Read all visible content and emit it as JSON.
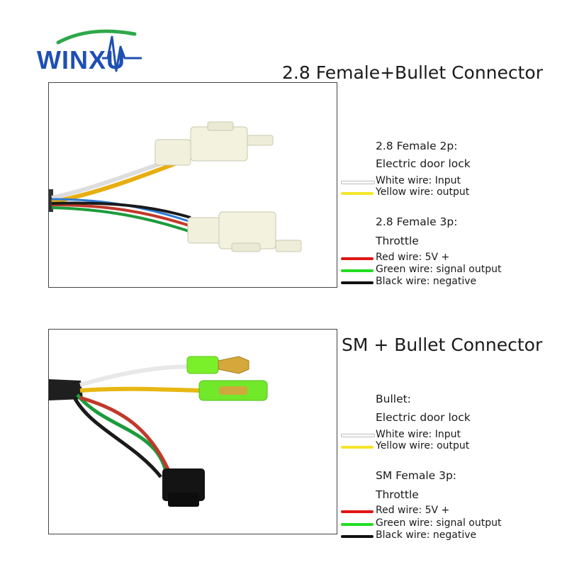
{
  "brand": {
    "logo_text": "WINXU",
    "color": "#1e4fb3"
  },
  "sections": [
    {
      "title": "2.8 Female+Bullet Connector",
      "groups": [
        {
          "heading": "2.8 Female 2p:",
          "subheading": "Electric door lock",
          "wires": [
            {
              "color": "#ffffff",
              "label": "White wire: Input"
            },
            {
              "color": "#f5e52a",
              "label": "Yellow wire: output"
            }
          ]
        },
        {
          "heading": "2.8 Female 3p:",
          "subheading": "Throttle",
          "wires": [
            {
              "color": "#e01515",
              "label": "Red wire: 5V +"
            },
            {
              "color": "#22dd22",
              "label": "Green wire: signal output"
            },
            {
              "color": "#111111",
              "label": "Black wire: negative"
            }
          ]
        }
      ]
    },
    {
      "title": "SM + Bullet Connector",
      "groups": [
        {
          "heading": "Bullet:",
          "subheading": "Electric door lock",
          "wires": [
            {
              "color": "#ffffff",
              "label": "White wire: Input"
            },
            {
              "color": "#f5e52a",
              "label": "Yellow wire: output"
            }
          ]
        },
        {
          "heading": "SM Female 3p:",
          "subheading": "Throttle",
          "wires": [
            {
              "color": "#e01515",
              "label": "Red wire: 5V +"
            },
            {
              "color": "#22dd22",
              "label": "Green wire: signal output"
            },
            {
              "color": "#111111",
              "label": "Black wire: negative"
            }
          ]
        }
      ]
    }
  ]
}
